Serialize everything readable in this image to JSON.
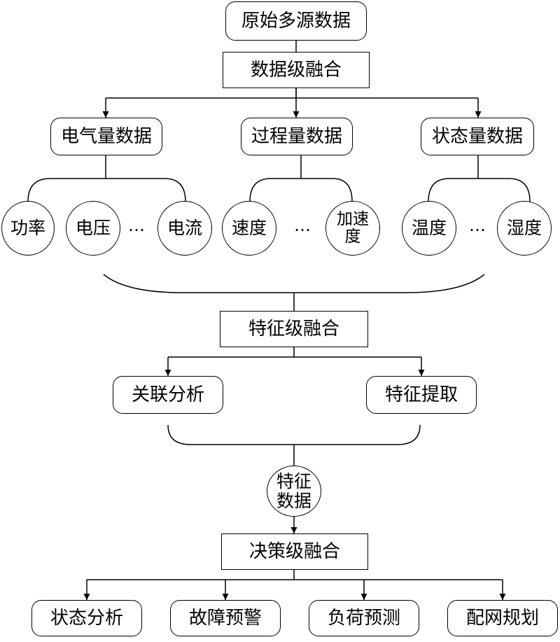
{
  "raw": {
    "label": "原始多源数据"
  },
  "data_fusion": {
    "label": "数据级融合"
  },
  "categories": [
    {
      "label": "电气量数据",
      "items": [
        "功率",
        "电压",
        "电流"
      ]
    },
    {
      "label": "过程量数据",
      "items": [
        "速度",
        "加速\n度"
      ]
    },
    {
      "label": "状态量数据",
      "items": [
        "温度",
        "湿度"
      ]
    }
  ],
  "ellipsis": "…",
  "feature_fusion": {
    "label": "特征级融合"
  },
  "methods": [
    "关联分析",
    "特征提取"
  ],
  "feature_data": {
    "label": "特征\n数据"
  },
  "decision_fusion": {
    "label": "决策级融合"
  },
  "applications": [
    "状态分析",
    "故障预警",
    "负荷预测",
    "配网规划"
  ]
}
